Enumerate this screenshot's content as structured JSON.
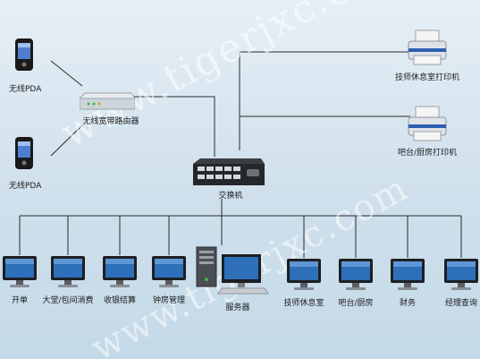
{
  "watermark": "www.tigerjxc.com",
  "devices": {
    "pda_1": "无线PDA",
    "pda_2": "无线PDA",
    "router": "无线宽带路由器",
    "switch": "交换机",
    "printer_tech": "技师休息室打印机",
    "printer_bar": "吧台/厨房打印机",
    "server": "服务器"
  },
  "terminals": [
    "开单",
    "大堂/包间消费",
    "收银结算",
    "钟房管理",
    "技师休息室",
    "吧台/厨房",
    "财务",
    "经理查询"
  ],
  "colors": {
    "wire": "#2a2a2a",
    "screen": "#2d6fb8"
  }
}
